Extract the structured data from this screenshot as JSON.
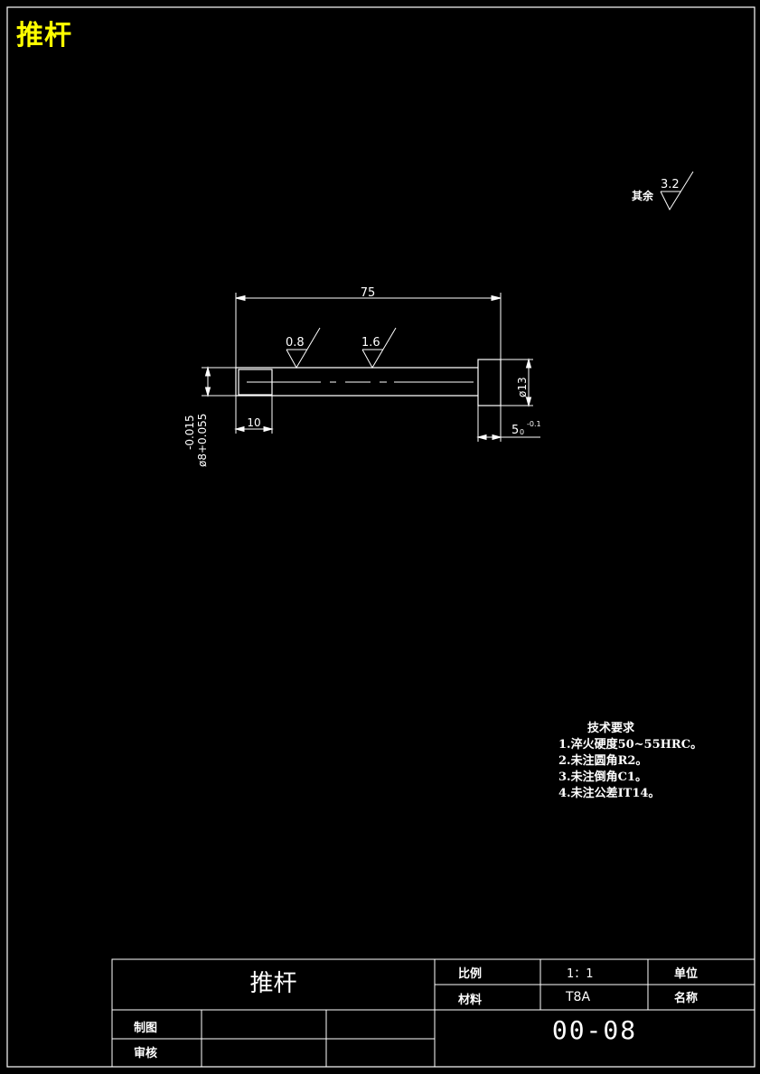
{
  "corner_title": "推杆",
  "roughness_general": {
    "label": "其余",
    "value": "3.2"
  },
  "roughness_marks": [
    "0.8",
    "1.6"
  ],
  "dimensions": {
    "length": "75",
    "step_length": "10",
    "head_diameter": "ø13",
    "head_length": "5",
    "head_tol_upper": "0",
    "head_tol_lower": "-0.1",
    "shaft_diameter": "ø8+0.055",
    "shaft_tol": "-0.015"
  },
  "tech_requirements": {
    "title": "技术要求",
    "items": [
      "1.淬火硬度50~55HRC。",
      "2.未注圆角R2。",
      "3.未注倒角C1。",
      "4.未注公差IT14。"
    ]
  },
  "title_block": {
    "part_name": "推杆",
    "scale_label": "比例",
    "scale_value": "1：1",
    "unit_label": "单位",
    "material_label": "材料",
    "material_value": "T8A",
    "name_label": "名称",
    "drawn_label": "制图",
    "checked_label": "审核",
    "drawing_number": "00-08"
  }
}
